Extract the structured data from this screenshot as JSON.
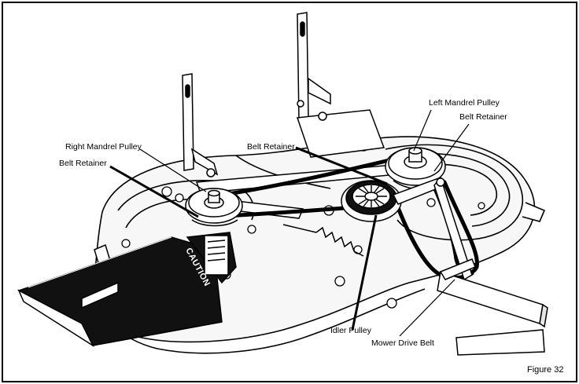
{
  "labels": {
    "left_mandrel_pulley": "Left Mandrel Pulley",
    "belt_retainer_right": "Belt Retainer",
    "right_mandrel_pulley": "Right Mandrel Pulley",
    "belt_retainer_center": "Belt Retainer",
    "belt_retainer_left": "Belt Retainer",
    "idler_pulley": "Idler Pulley",
    "mower_drive_belt": "Mower Drive Belt"
  },
  "deflector_text": "CAUTION",
  "figure_label": "Figure 32",
  "colors": {
    "ink": "#000000",
    "paper": "#ffffff",
    "deck_shade": "#f2f2f2"
  }
}
